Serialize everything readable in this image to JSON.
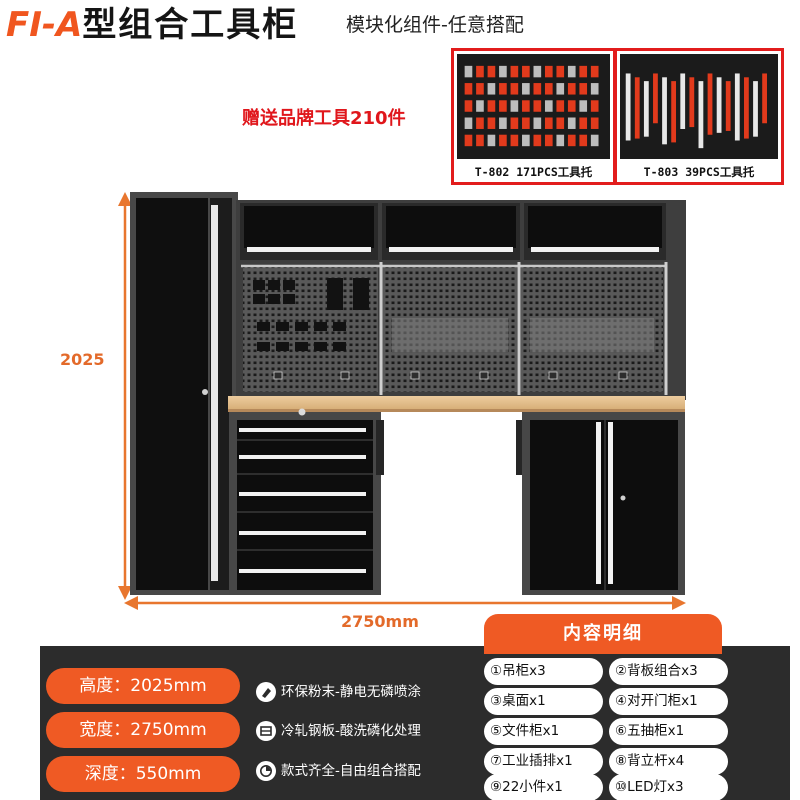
{
  "header": {
    "title_prefix": "FI-A",
    "title_suffix": "型组合工具柜",
    "subtitle": "模块化组件-任意搭配",
    "gift_text": "赠送品牌工具210件"
  },
  "trays": [
    {
      "label": "T-802 171PCS工具托"
    },
    {
      "label": "T-803 39PCS工具托"
    }
  ],
  "dimensions": {
    "height_mark": "2025",
    "width_mark": "2750mm"
  },
  "specs": [
    {
      "label": "高度：2025mm"
    },
    {
      "label": "宽度：2750mm"
    },
    {
      "label": "深度：550mm"
    }
  ],
  "features": [
    {
      "text": "环保粉末-静电无磷喷涂",
      "icon": "spray-icon"
    },
    {
      "text": "冷轧钢板-酸洗磷化处理",
      "icon": "steel-icon"
    },
    {
      "text": "款式齐全-自由组合搭配",
      "icon": "clock-icon"
    }
  ],
  "contents": {
    "title": "内容明细",
    "items": [
      "①吊柜x3",
      "②背板组合x3",
      "③桌面x1",
      "④对开门柜x1",
      "⑤文件柜x1",
      "⑥五抽柜x1",
      "⑦工业插排x1",
      "⑧背立杆x4",
      "⑨22小件x1",
      "⑩LED灯x3"
    ]
  },
  "colors": {
    "accent": "#ef5a24",
    "gift_red": "#e0161b",
    "panel": "#2c2c2c",
    "cabinet_black": "#111111",
    "cabinet_frame": "#474747",
    "worktop": "#e2bd8a"
  }
}
